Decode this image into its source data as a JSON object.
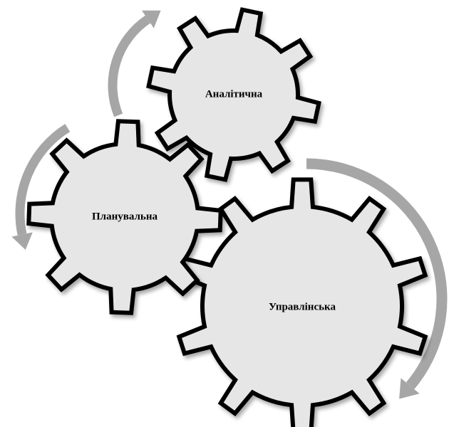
{
  "diagram": {
    "gears": [
      {
        "id": "analytical",
        "label": "Аналітична"
      },
      {
        "id": "planning",
        "label": "Планувальна"
      },
      {
        "id": "managerial",
        "label": "Управлінська"
      }
    ]
  },
  "colors": {
    "gear_fill": "#e6e6e6",
    "gear_stroke": "#000000",
    "arrow": "#a6a6a6",
    "background": "#ffffff"
  },
  "icons": [
    "curved-arrow-icon"
  ]
}
